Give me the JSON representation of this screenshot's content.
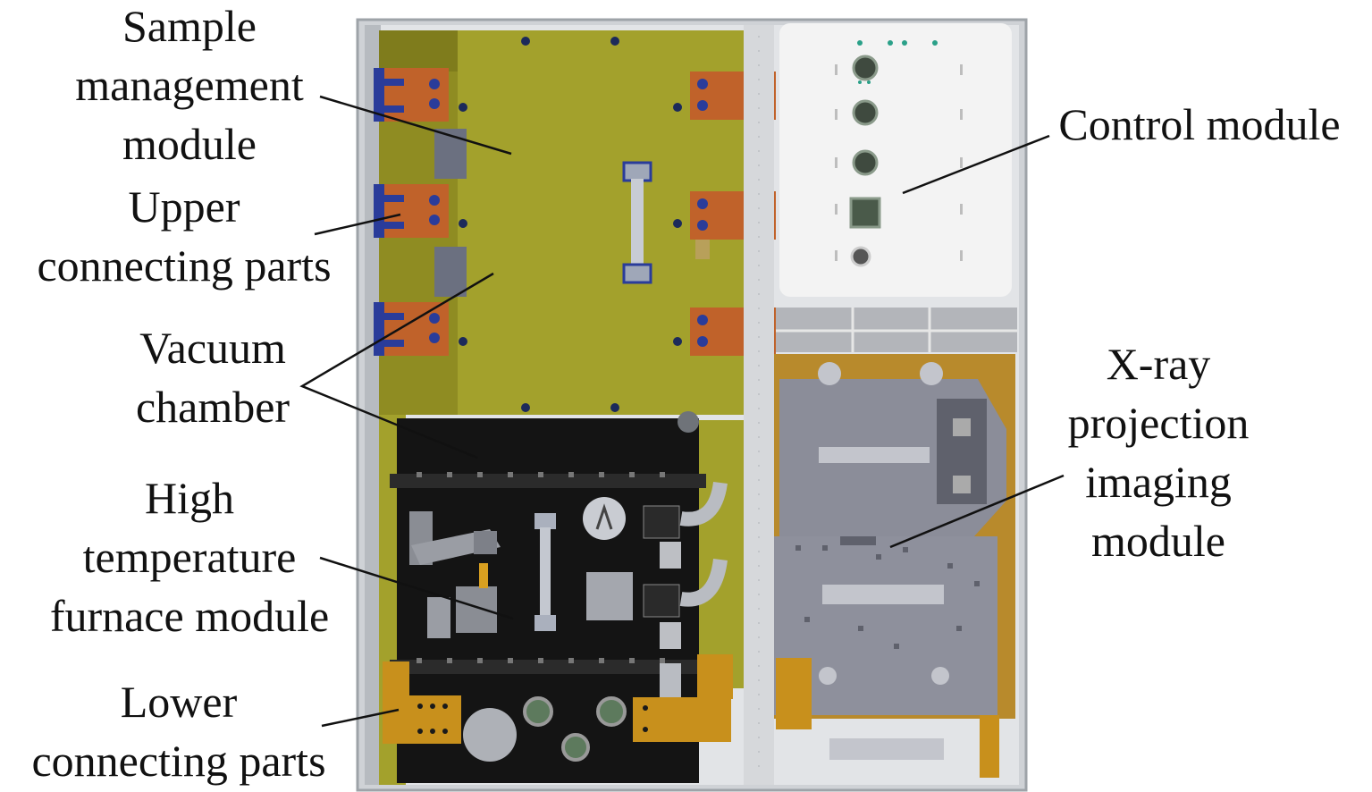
{
  "labels": {
    "sample_management": [
      "Sample",
      "management",
      "module"
    ],
    "upper_connecting": [
      "Upper",
      "connecting parts"
    ],
    "vacuum_chamber": [
      "Vacuum",
      "chamber"
    ],
    "high_temp_furnace": [
      "High",
      "temperature",
      "furnace module"
    ],
    "lower_connecting": [
      "Lower",
      "connecting parts"
    ],
    "control_module": [
      "Control module"
    ],
    "xray_module": [
      "X-ray",
      "projection",
      "imaging",
      "module"
    ]
  },
  "colors": {
    "frame": "#cfd2d6",
    "sample_module": "#a3a12c",
    "sample_module_dark": "#8d8a22",
    "orange_part": "#c0622a",
    "blue_part": "#2a3c9a",
    "chamber": "#141414",
    "control_panel": "#f3f3f3",
    "xray_plate": "#8b8d99",
    "amber": "#c8901c",
    "leader": "#111111"
  }
}
